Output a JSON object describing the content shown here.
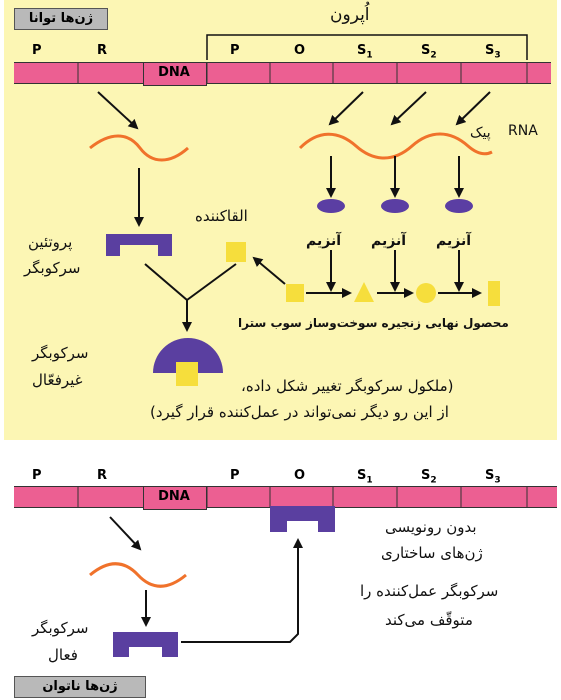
{
  "top": {
    "corner_label": "ژن‌ها توانا",
    "operon_label": "اُپرون",
    "gene_letters": [
      "P",
      "R",
      "P",
      "O",
      "S",
      "S",
      "S"
    ],
    "gene_subscripts": [
      "",
      "",
      "",
      "",
      "1",
      "2",
      "3"
    ],
    "dna_label": "DNA",
    "mrna_label_1": "RNA",
    "mrna_label_2": "پیک",
    "inducer_label": "القاکننده",
    "protein_label_1": "پروتئین",
    "protein_label_2": "سرکوبگر",
    "enzyme_labels": [
      "آنزیم",
      "آنزیم",
      "آنزیم"
    ],
    "pathway_label": "محصول نهایی زنجیره سوخت‌وساز سوب سترا",
    "inactive_label_1": "سرکوبگر",
    "inactive_label_2": "غیرفعّال",
    "note_line_1": "(ملکول سرکوبگر تغییر شکل داده،",
    "note_line_2": "از این رو دیگر نمی‌تواند در عمل‌کننده قرار گیرد)"
  },
  "bottom": {
    "gene_letters": [
      "P",
      "R",
      "P",
      "O",
      "S",
      "S",
      "S"
    ],
    "gene_subscripts": [
      "",
      "",
      "",
      "",
      "1",
      "2",
      "3"
    ],
    "dna_label": "DNA",
    "note_lines": [
      "بدون رونویسی",
      "ژن‌های ساختاری",
      "سرکوبگر عمل‌کننده را",
      "متوقّف می‌کند"
    ],
    "active_label_1": "سرکوبگر",
    "active_label_2": "فعال",
    "corner_label": "ژن‌ها ناتوان"
  },
  "colors": {
    "top_panel_bg": "#fcf6b4",
    "dna_pink": "#ec5f92",
    "repressor_purple": "#5a3fa0",
    "enzyme_purple": "#5b3ea3",
    "yellow_shape": "#f6de3c",
    "mrna_orange": "#f0722b"
  }
}
